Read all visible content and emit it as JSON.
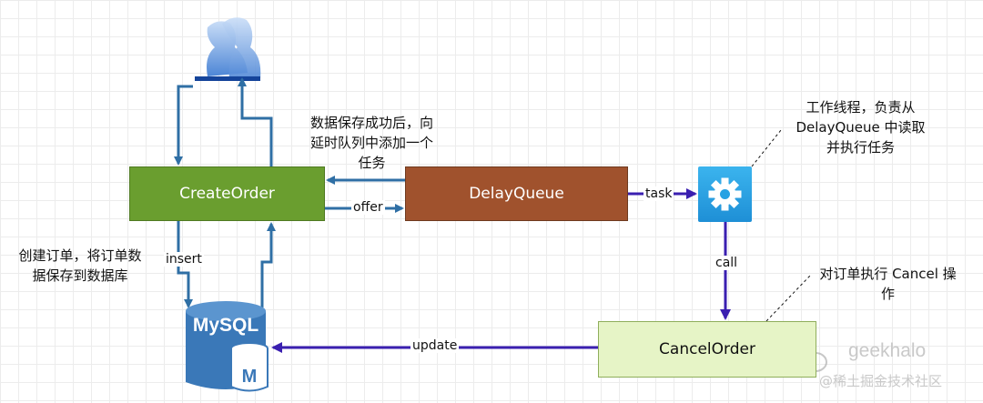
{
  "nodes": {
    "create_order": "CreateOrder",
    "delay_queue": "DelayQueue",
    "cancel_order": "CancelOrder",
    "mysql": "MySQL",
    "mysql_badge": "M"
  },
  "edges": {
    "offer": "offer",
    "task": "task",
    "call": "call",
    "update": "update",
    "insert": "insert"
  },
  "notes": {
    "save_then_enqueue": "数据保存成功后，向\n延时队列中添加一个\n任务",
    "create_and_save": "创建订单，将订单数\n据保存到数据库",
    "worker_thread": "工作线程，负责从\nDelayQueue 中读取\n并执行任务",
    "cancel_op": "对订单执行 Cancel 操\n作"
  },
  "watermark": {
    "brand": "geekhalo",
    "site": "@稀土掘金技术社区"
  },
  "colors": {
    "create_order_fill": "#6a9e2f",
    "delay_queue_fill": "#a0522d",
    "cancel_order_fill": "#e6f4c6",
    "blue_arrow": "#2f6fa5",
    "purple_arrow": "#3a1fb0",
    "mysql_blue": "#3a78b8",
    "gear_box": "#27a2e3"
  },
  "icons": {
    "users": "users-icon",
    "gear": "gear-icon",
    "database": "mysql-database-icon"
  }
}
